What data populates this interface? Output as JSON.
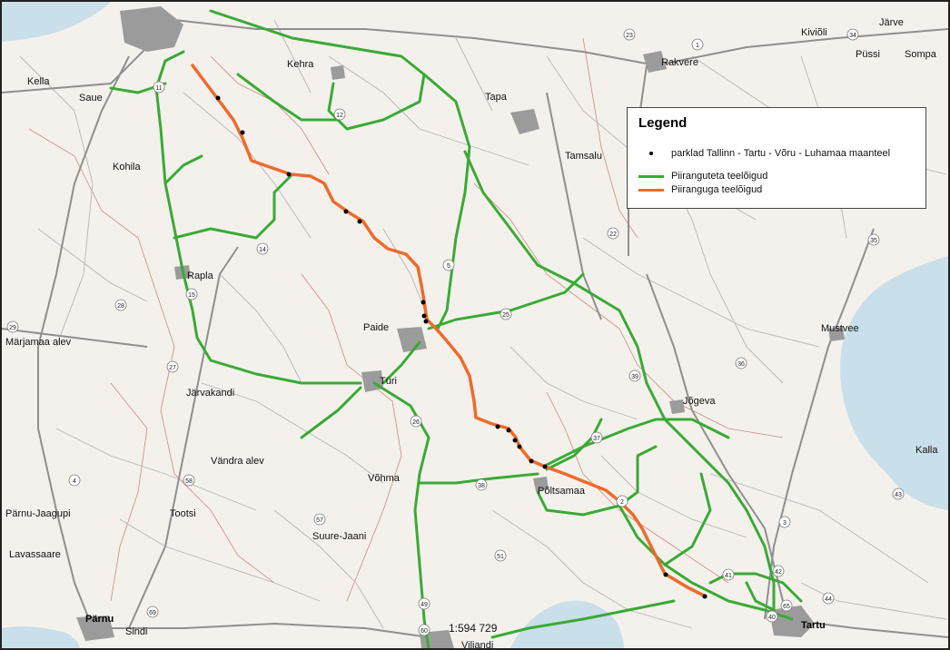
{
  "legend": {
    "title": "Legend",
    "items": [
      {
        "label": "parklad Tallinn - Tartu - Võru - Luhamaa maanteel",
        "symbol": "black-dot"
      },
      {
        "label": "Piiranguteta teelõigud",
        "symbol": "green-line",
        "color": "#3aaa35"
      },
      {
        "label": "Piiranguga teelõigud",
        "symbol": "orange-line",
        "color": "#ef6a2a"
      }
    ]
  },
  "towns": {
    "kella": "Kella",
    "saue": "Saue",
    "kehra": "Kehra",
    "tapa": "Tapa",
    "rakvere": "Rakvere",
    "kivioli": "Kiviõli",
    "jarve": "Järve",
    "pussi": "Püssi",
    "sompa": "Sompa",
    "kohila": "Kohila",
    "tamsalu": "Tamsalu",
    "rapla": "Rapla",
    "marjamaa": "Märjamaa alev",
    "paide": "Paide",
    "mustvee": "Mustvee",
    "turi": "Türi",
    "jarvakandi": "Järvakandi",
    "jogeva": "Jõgeva",
    "vandra": "Vändra alev",
    "kalla": "Kalla",
    "vohma": "Võhma",
    "poltsamaa": "Põltsamaa",
    "parnu_jaagupi": "Pärnu-Jaagupi",
    "tootsi": "Tootsi",
    "suure_jaani": "Suure-Jaani",
    "lavassaare": "Lavassaare",
    "parnu": "Pärnu",
    "sindi": "Sindi",
    "viljandi": "Viljandi",
    "tartu": "Tartu"
  },
  "road_numbers": {
    "r1": "1",
    "r23": "23",
    "r11": "11",
    "r12": "12",
    "r22": "22",
    "r35": "35",
    "r5": "5",
    "r14": "14",
    "r15": "15",
    "r28": "28",
    "r25": "25",
    "r27": "27",
    "r39": "39",
    "r36": "36",
    "r26": "26",
    "r37": "37",
    "r4": "4",
    "r58": "58",
    "r38": "38",
    "r2": "2",
    "r43": "43",
    "r57": "57",
    "r3": "3",
    "r51": "51",
    "r41": "41",
    "r42": "42",
    "r44": "44",
    "r49": "49",
    "r60": "60",
    "r65": "65",
    "r69": "69",
    "r29": "29",
    "r40": "40",
    "r34": "34"
  },
  "scale_text": "1:594 729",
  "colors": {
    "unrestricted": "#3aaa35",
    "restricted": "#ef6a2a",
    "water": "#c9dfe9",
    "urban": "#9b9b9b",
    "major_road": "#8f8f8f",
    "minor_road": "#b5b5b5",
    "boundary": "#c98c80"
  }
}
